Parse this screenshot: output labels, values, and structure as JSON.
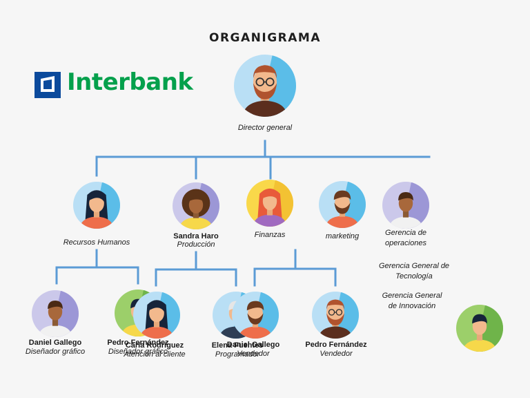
{
  "title": "ORGANIGRAMA",
  "logo": {
    "text": "Interbank",
    "brand_green": "#05a04c",
    "brand_blue": "#0b4a9c"
  },
  "colors": {
    "connector": "#5b9bd5",
    "background": "#f6f6f6"
  },
  "top": {
    "role": "Director general"
  },
  "level1": [
    {
      "role": "Recursos Humanos"
    },
    {
      "name": "Sandra Haro",
      "role": "Producción"
    },
    {
      "role": "Finanzas"
    },
    {
      "role": "marketing"
    },
    {
      "role": "Gerencia de\noperaciones"
    }
  ],
  "extra_units": [
    {
      "text": "Gerencia General de\nTecnología"
    },
    {
      "text": "Gerencia General\nde Innovación"
    }
  ],
  "level2": [
    {
      "name": "Daniel Gallego",
      "role": "Diseñador gráfico"
    },
    {
      "name": "Pedro Fernández",
      "role": "Diseñador gráfico"
    },
    {
      "name": "Carla Rodríguez",
      "role": "Atención al cliente"
    },
    {
      "name": "Elena Fuentes",
      "role": "Programador"
    },
    {
      "name": "Daniel Gallego",
      "role": "Vendedor"
    },
    {
      "name": "Pedro Fernández",
      "role": "Vendedor"
    }
  ]
}
